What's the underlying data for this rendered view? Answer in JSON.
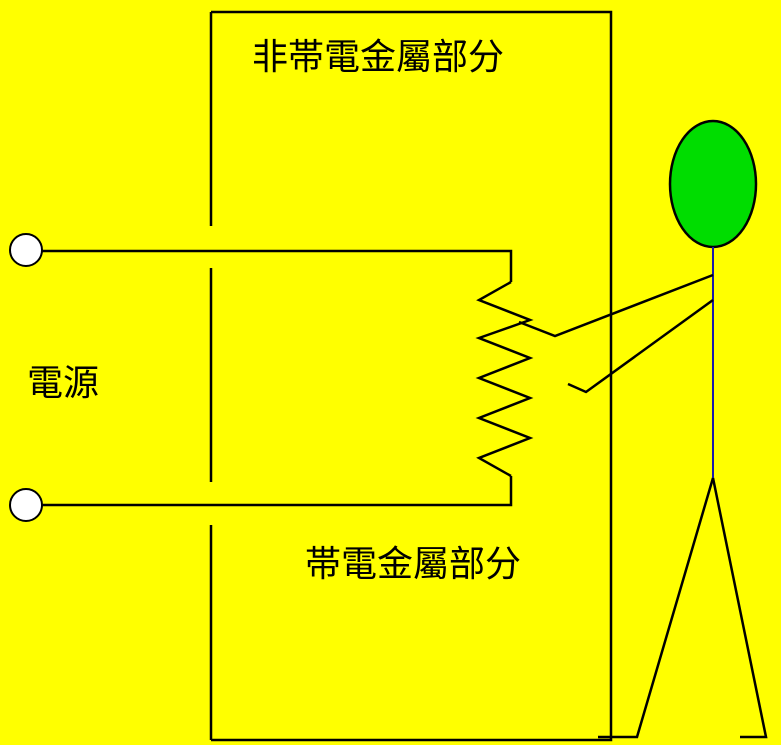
{
  "labels": {
    "non_charged_metal": "非帯電金屬部分",
    "power_source": "電源",
    "charged_metal": "帯電金屬部分"
  },
  "colors": {
    "background": "#ffff00",
    "line": "#000000",
    "head_fill": "#00dd00",
    "body_line": "#0000aa",
    "terminal_fill": "#ffffff"
  },
  "icons": {
    "terminals": "terminal-circle-icon",
    "person": "stick-figure-icon",
    "resistor": "zigzag-resistor-icon"
  }
}
